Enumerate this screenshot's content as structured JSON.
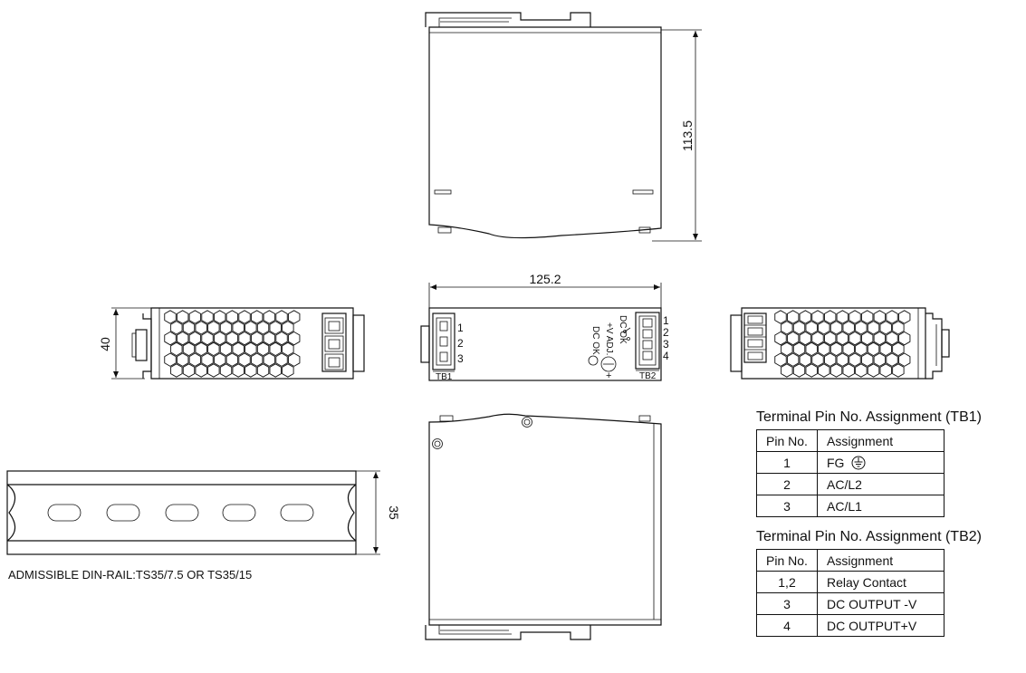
{
  "dimensions": {
    "top_height": "113.5",
    "front_width": "125.2",
    "side_height": "40",
    "rail_height": "35"
  },
  "front_panel": {
    "tb1_label": "TB1",
    "tb2_label": "TB2",
    "tb1_pins": [
      "1",
      "2",
      "3"
    ],
    "tb2_pins": [
      "1",
      "2",
      "3",
      "4"
    ],
    "dc_ok_led": "DC OK",
    "vadj": "+V ADJ.",
    "dc_ok_relay": "DC OK",
    "plus": "+"
  },
  "rail_note": "ADMISSIBLE DIN-RAIL:TS35/7.5 OR TS35/15",
  "tb1_table": {
    "title": "Terminal Pin No.  Assignment (TB1)",
    "headers": [
      "Pin No.",
      "Assignment"
    ],
    "rows": [
      {
        "pin": "1",
        "assignment": "FG"
      },
      {
        "pin": "2",
        "assignment": "AC/L2"
      },
      {
        "pin": "3",
        "assignment": "AC/L1"
      }
    ]
  },
  "tb2_table": {
    "title": "Terminal Pin No.  Assignment (TB2)",
    "headers": [
      "Pin No.",
      "Assignment"
    ],
    "rows": [
      {
        "pin": "1,2",
        "assignment": "Relay Contact"
      },
      {
        "pin": "3",
        "assignment": "DC OUTPUT -V"
      },
      {
        "pin": "4",
        "assignment": "DC OUTPUT+V"
      }
    ]
  },
  "icons": {
    "ground": "ground-symbol-icon",
    "screw": "screw-icon",
    "potentiometer": "potentiometer-icon"
  }
}
